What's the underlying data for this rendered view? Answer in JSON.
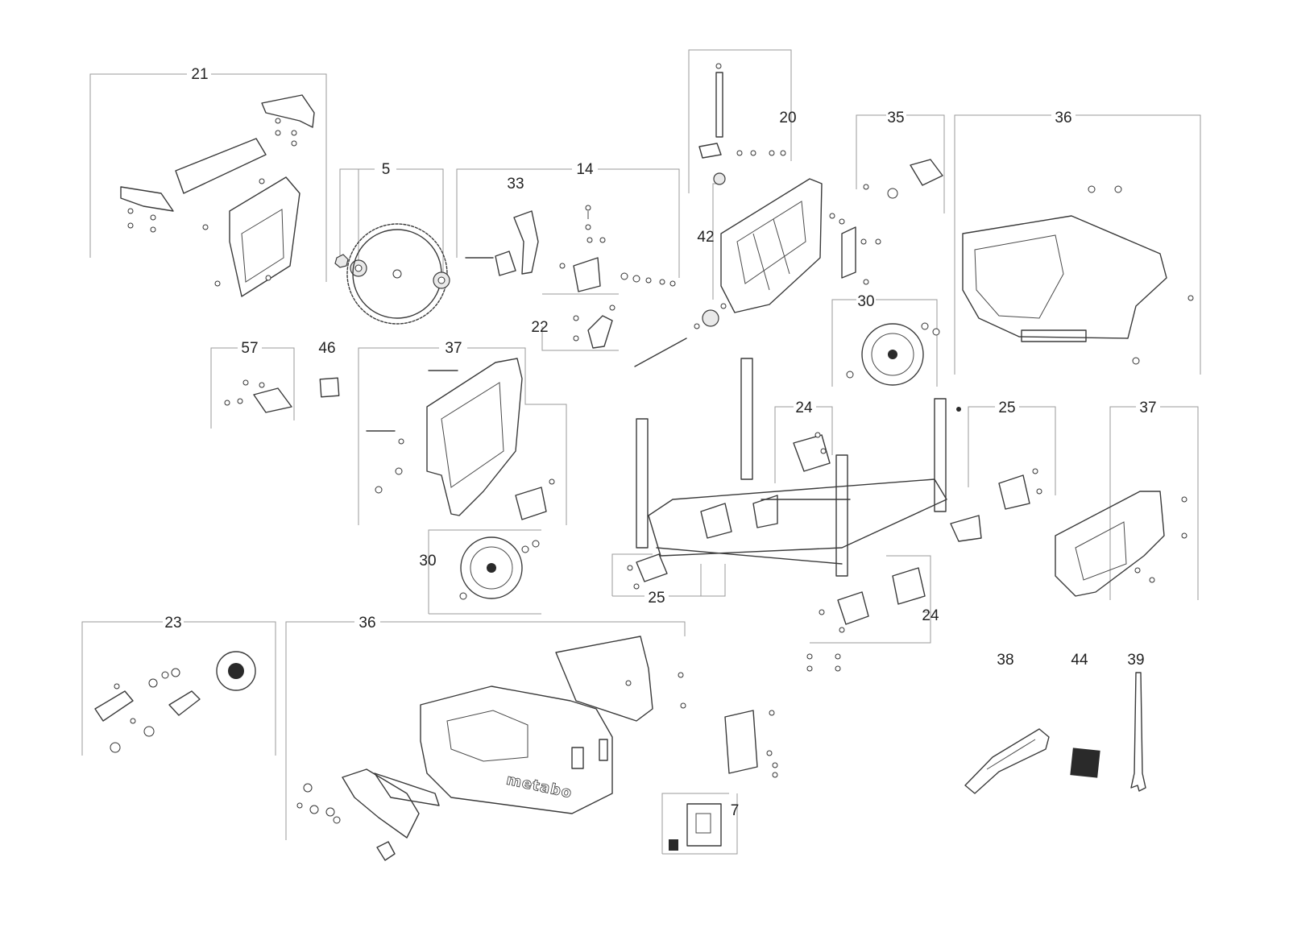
{
  "callouts": [
    {
      "id": "c21",
      "label": "21"
    },
    {
      "id": "c5",
      "label": "5"
    },
    {
      "id": "c14",
      "label": "14"
    },
    {
      "id": "c33",
      "label": "33"
    },
    {
      "id": "c20",
      "label": "20"
    },
    {
      "id": "c35",
      "label": "35"
    },
    {
      "id": "c36a",
      "label": "36"
    },
    {
      "id": "c42",
      "label": "42"
    },
    {
      "id": "c22",
      "label": "22"
    },
    {
      "id": "c30a",
      "label": "30"
    },
    {
      "id": "c57",
      "label": "57"
    },
    {
      "id": "c46",
      "label": "46"
    },
    {
      "id": "c37a",
      "label": "37"
    },
    {
      "id": "c24a",
      "label": "24"
    },
    {
      "id": "c25a",
      "label": "25"
    },
    {
      "id": "c37b",
      "label": "37"
    },
    {
      "id": "c30b",
      "label": "30"
    },
    {
      "id": "c25b",
      "label": "25"
    },
    {
      "id": "c24b",
      "label": "24"
    },
    {
      "id": "c23",
      "label": "23"
    },
    {
      "id": "c36b",
      "label": "36"
    },
    {
      "id": "c38",
      "label": "38"
    },
    {
      "id": "c44",
      "label": "44"
    },
    {
      "id": "c39",
      "label": "39"
    },
    {
      "id": "c7",
      "label": "7"
    }
  ],
  "logo_text": "metabo"
}
